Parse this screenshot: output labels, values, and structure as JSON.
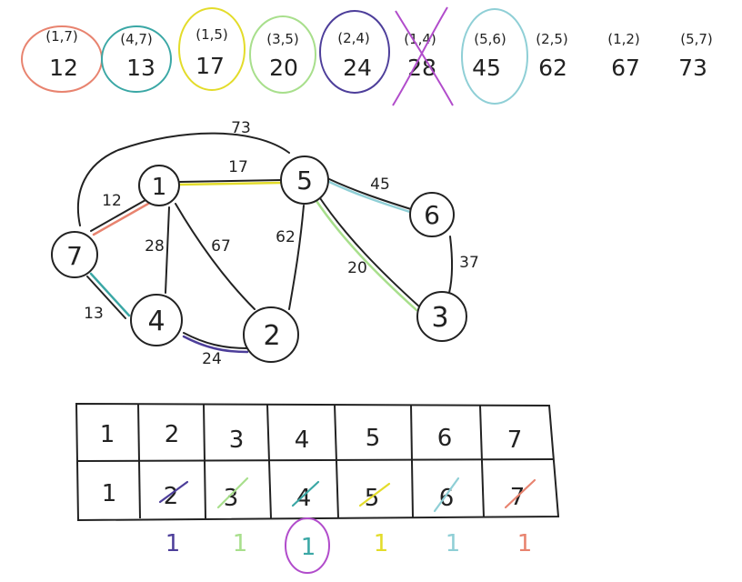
{
  "sorted_edges": [
    {
      "pair": "(1,7)",
      "weight": "12",
      "color": "#e8836f",
      "mark": "circle"
    },
    {
      "pair": "(4,7)",
      "weight": "13",
      "color": "#3aa7a5",
      "mark": "circle"
    },
    {
      "pair": "(1,5)",
      "weight": "17",
      "color": "#e3dc2a",
      "mark": "circle"
    },
    {
      "pair": "(3,5)",
      "weight": "20",
      "color": "#a8df8c",
      "mark": "circle"
    },
    {
      "pair": "(2,4)",
      "weight": "24",
      "color": "#4d3e9a",
      "mark": "circle"
    },
    {
      "pair": "(1,4)",
      "weight": "28",
      "color": "#b14ccb",
      "mark": "cross"
    },
    {
      "pair": "(5,6)",
      "weight": "45",
      "color": "#8fcfd6",
      "mark": "circle"
    },
    {
      "pair": "(2,5)",
      "weight": "62",
      "color": "",
      "mark": "none"
    },
    {
      "pair": "(1,2)",
      "weight": "67",
      "color": "",
      "mark": "none"
    },
    {
      "pair": "(5,7)",
      "weight": "73",
      "color": "",
      "mark": "none"
    }
  ],
  "graph": {
    "nodes": [
      {
        "label": "1"
      },
      {
        "label": "5"
      },
      {
        "label": "6"
      },
      {
        "label": "7"
      },
      {
        "label": "4"
      },
      {
        "label": "2"
      },
      {
        "label": "3"
      }
    ],
    "edge_labels": [
      "73",
      "17",
      "45",
      "12",
      "28",
      "67",
      "62",
      "37",
      "20",
      "13",
      "24"
    ]
  },
  "union_find_table": {
    "header_row": [
      "1",
      "2",
      "3",
      "4",
      "5",
      "6",
      "7"
    ],
    "parent_row": [
      "1",
      "2",
      "3",
      "4",
      "5",
      "6",
      "7"
    ],
    "struck_colors": [
      "",
      "#4d3e9a",
      "#a8df8c",
      "#3aa7a5",
      "#e3dc2a",
      "#8fcfd6",
      "#e8836f"
    ],
    "below_values": [
      "1",
      "1",
      "1",
      "1",
      "1",
      "1"
    ],
    "below_colors": [
      "#4d3e9a",
      "#a8df8c",
      "#3aa7a5",
      "#e3dc2a",
      "#8fcfd6",
      "#e8836f"
    ],
    "circled_below_color": "#b14ccb"
  }
}
